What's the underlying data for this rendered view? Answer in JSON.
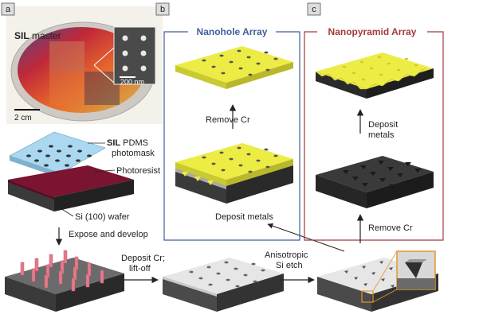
{
  "panels": [
    {
      "letter": "a"
    },
    {
      "letter": "b",
      "title": "Nanohole Array"
    },
    {
      "letter": "c",
      "title": "Nanopyramid Array"
    }
  ],
  "master": {
    "brand": "SIL",
    "text": " master",
    "scale_photo": "2 cm",
    "scale_inset": "200 nm"
  },
  "mask": {
    "line1_brand": "SIL",
    "line1_text": " PDMS",
    "line2": "photomask"
  },
  "photoresist": "Photoresist",
  "wafer": "Si (100) wafer",
  "steps": {
    "expose": "Expose and develop",
    "deposit_cr_1": "Deposit Cr;",
    "deposit_cr_2": "lift-off",
    "etch_1": "Anisotropic",
    "etch_2": "Si etch",
    "remove_cr_b": "Remove Cr",
    "deposit_metals_b": "Deposit metals",
    "deposit_metals_c1": "Deposit",
    "deposit_metals_c2": "metals",
    "remove_cr_c": "Remove Cr"
  },
  "colors": {
    "gold": "#ecec45",
    "gold_dark": "#b8b82a",
    "substrate_dark": "#2e2e2e",
    "substrate_gray": "#6b6b6b",
    "resist": "#6e1028",
    "pdms": "#a9d8f0",
    "blue_frame": "#3e5f9a",
    "red_frame": "#a43b3b",
    "zoom": "#e0992a"
  }
}
